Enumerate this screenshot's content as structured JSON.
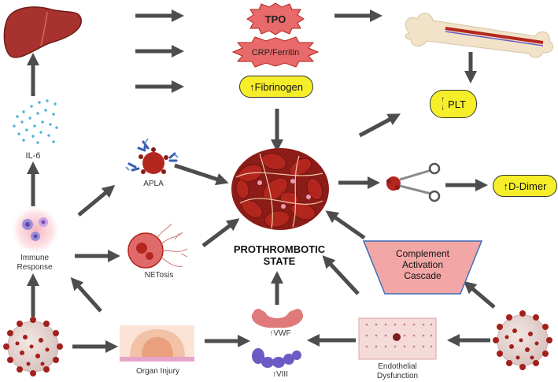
{
  "labels": {
    "il6": "IL-6",
    "immune_response": "Immune\nResponse",
    "apla": "APLA",
    "netosis": "NETosis",
    "organ_injury": "Organ Injury",
    "vwf": "↑VWF",
    "viii": "↑VIII",
    "endothelial": "Endothelial\nDysfunction",
    "tpo": "TPO",
    "crp": "CRP/Ferritin",
    "fibrinogen": "↑Fibrinogen",
    "plt": "PLT",
    "plt_up": "↑",
    "plt_down": "↓",
    "ddimer": "↑D-Dimer",
    "prothrombotic": "PROTHROMBOTIC\nSTATE",
    "complement": "Complement\nActivation\nCascade"
  },
  "colors": {
    "arrow": "#4d4d4d",
    "highlight": "#f7ee2a",
    "blood_red": "#b3261e",
    "virus_red": "#a3201c",
    "virus_white": "#ffffff",
    "liver": "#a8322d",
    "complement_fill": "#f2a6a6",
    "complement_stroke": "#3b6fb6",
    "vwf": "#e07a7a",
    "viii": "#6b5bc4",
    "cytokine": "#4fb3d9",
    "bone": "#f1e2c8"
  },
  "icons": [
    "liver-icon",
    "cytokine-dots-icon",
    "immune-cell-icon",
    "virus-icon",
    "antibody-icon",
    "neutrophil-icon",
    "tissue-icon",
    "vwf-protein-icon",
    "factor-viii-icon",
    "endothelium-icon",
    "bone-marrow-icon",
    "clot-icon",
    "scissors-icon"
  ]
}
